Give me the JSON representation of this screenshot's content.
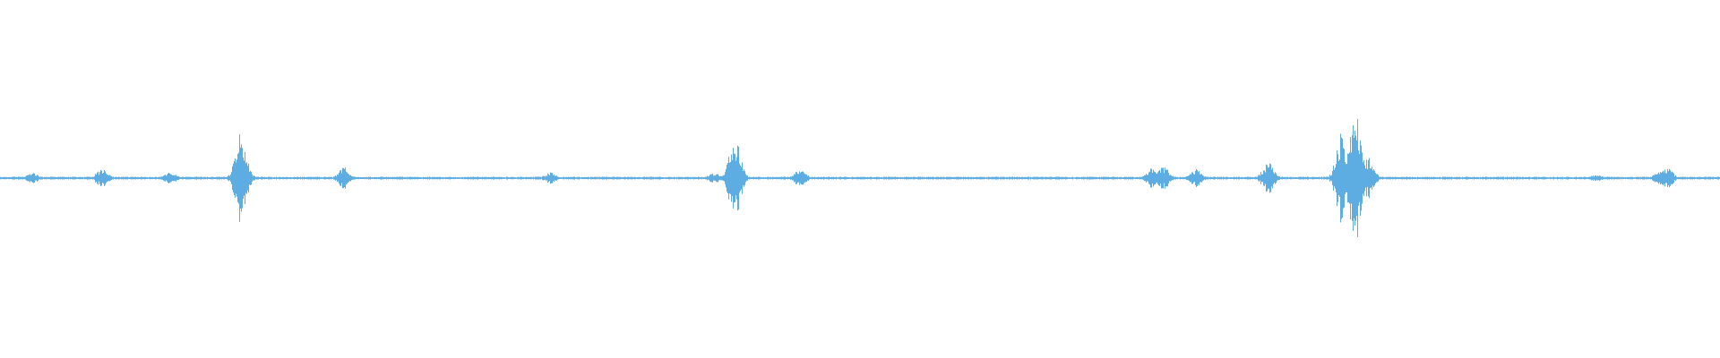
{
  "waveform": {
    "color": "#5dade2",
    "background": "#ffffff",
    "amplitude_range": [
      -1,
      1
    ],
    "duration_range": [
      0,
      1
    ],
    "bursts": [
      {
        "t": 0.0185,
        "amp": 0.03
      },
      {
        "t": 0.059,
        "amp": 0.05
      },
      {
        "t": 0.099,
        "amp": 0.035
      },
      {
        "t": 0.14,
        "amp": 0.28
      },
      {
        "t": 0.2,
        "amp": 0.06
      },
      {
        "t": 0.32,
        "amp": 0.035
      },
      {
        "t": 0.415,
        "amp": 0.03
      },
      {
        "t": 0.427,
        "amp": 0.23
      },
      {
        "t": 0.465,
        "amp": 0.05
      },
      {
        "t": 0.67,
        "amp": 0.06
      },
      {
        "t": 0.676,
        "amp": 0.07
      },
      {
        "t": 0.695,
        "amp": 0.05
      },
      {
        "t": 0.737,
        "amp": 0.09
      },
      {
        "t": 0.78,
        "amp": 0.26
      },
      {
        "t": 0.788,
        "amp": 0.38
      },
      {
        "t": 0.795,
        "amp": 0.12
      },
      {
        "t": 0.928,
        "amp": 0.02
      },
      {
        "t": 0.965,
        "amp": 0.04
      },
      {
        "t": 0.969,
        "amp": 0.06
      }
    ]
  }
}
